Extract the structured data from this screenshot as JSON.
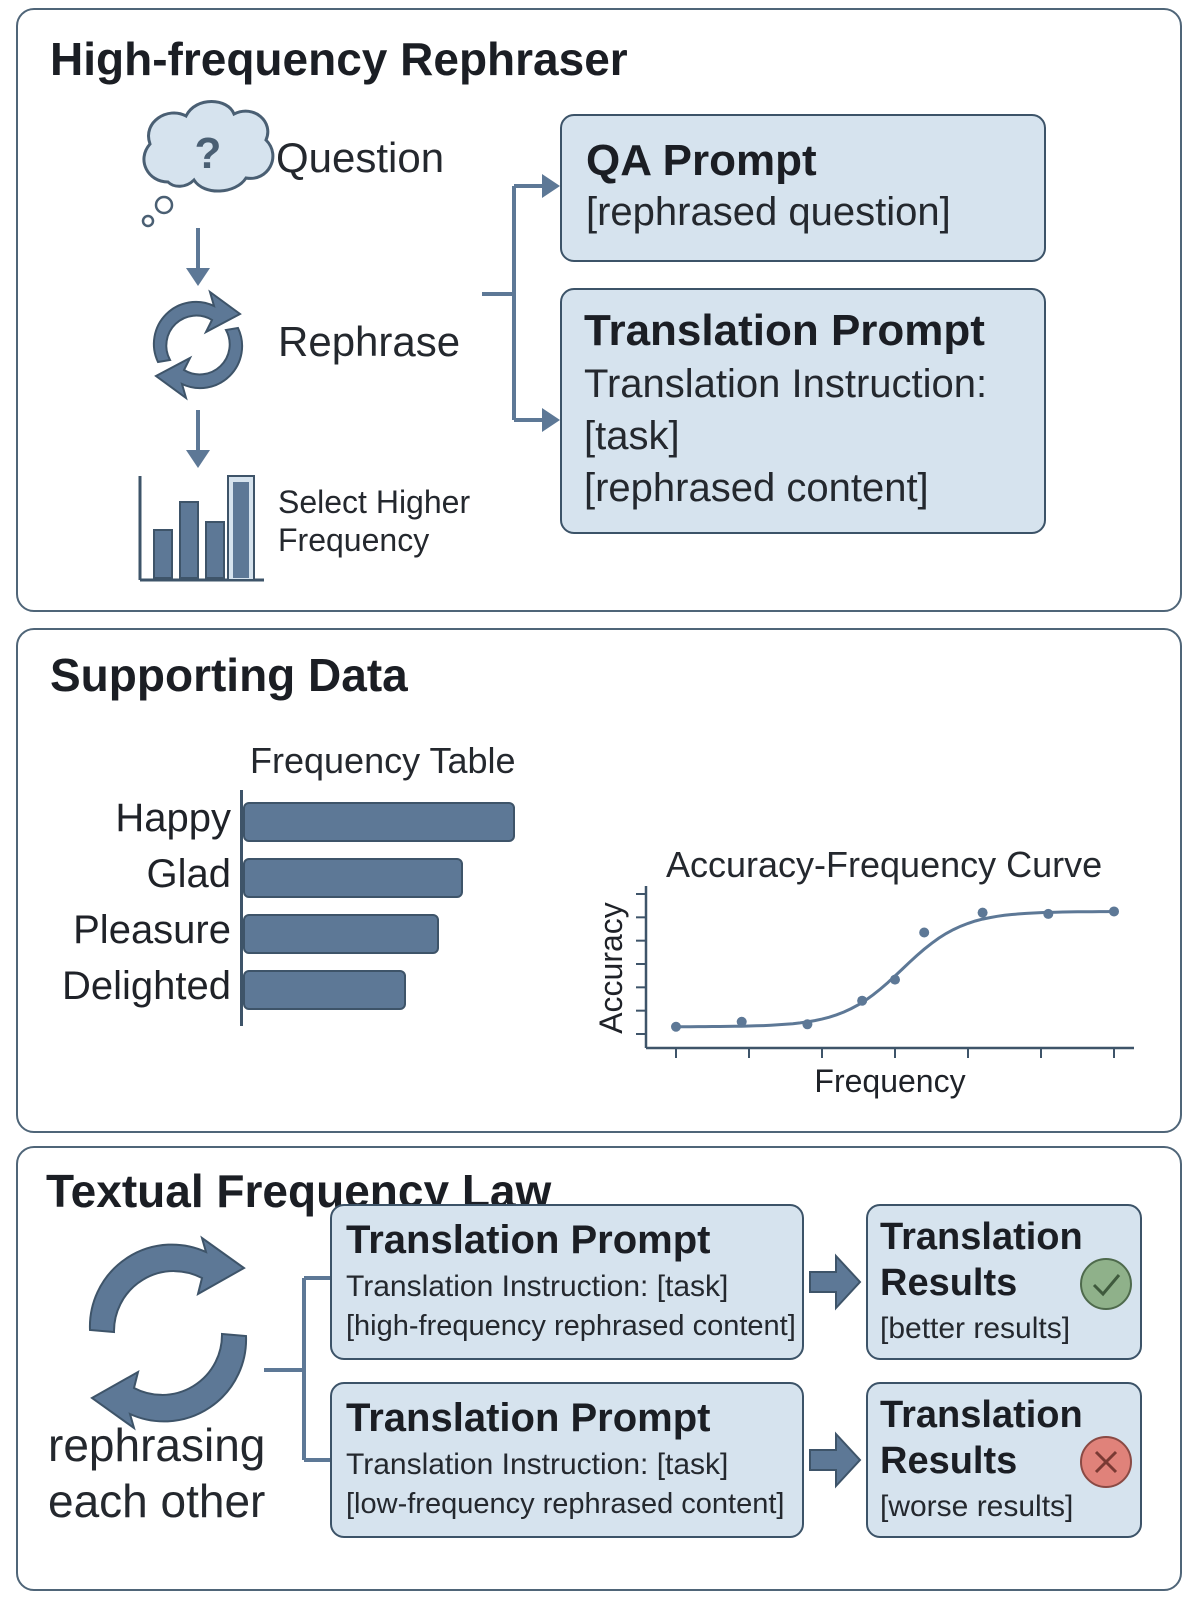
{
  "rephraser": {
    "title": "High-frequency Rephraser",
    "question_label": "Question",
    "rephrase_label": "Rephrase",
    "select_label_line1": "Select Higher",
    "select_label_line2": "Frequency",
    "qa_box": {
      "title": "QA Prompt",
      "line1": "[rephrased question]"
    },
    "translation_box": {
      "title": "Translation Prompt",
      "line1": "Translation Instruction:",
      "line2": "[task]",
      "line3": "[rephrased content]"
    },
    "icons": [
      "question-thought-bubble-icon",
      "cycle-arrows-icon",
      "bar-chart-icon",
      "down-arrow-icon"
    ]
  },
  "supporting": {
    "title": "Supporting Data",
    "frequency_table_title": "Frequency Table",
    "curve_title": "Accuracy-Frequency Curve",
    "curve_xlabel": "Frequency",
    "curve_ylabel": "Accuracy"
  },
  "law": {
    "title": "Textual Frequency Law",
    "rephrasing_line1": "rephrasing",
    "rephrasing_line2": "each other",
    "prompt_high": {
      "title": "Translation Prompt",
      "line1": "Translation Instruction: [task]",
      "line2": "[high-frequency rephrased content]"
    },
    "prompt_low": {
      "title": "Translation Prompt",
      "line1": "Translation Instruction: [task]",
      "line2": "[low-frequency rephrased content]"
    },
    "result_better": {
      "title_line1": "Translation",
      "title_line2": "Results",
      "line1": "[better results]",
      "status": "check",
      "status_color": "#8fb18a"
    },
    "result_worse": {
      "title_line1": "Translation",
      "title_line2": "Results",
      "line1": "[worse results]",
      "status": "cross",
      "status_color": "#e0827a"
    }
  },
  "colors": {
    "box_fill": "#d6e3ee",
    "accent": "#5d7896",
    "border": "#3c5368"
  },
  "chart_data": [
    {
      "type": "bar",
      "orientation": "horizontal",
      "title": "Frequency Table",
      "categories": [
        "Happy",
        "Glad",
        "Pleasure",
        "Delighted"
      ],
      "values": [
        100,
        81,
        72,
        60
      ],
      "xlabel": "",
      "ylabel": "",
      "xlim": [
        0,
        100
      ],
      "grid": false
    },
    {
      "type": "scatter",
      "title": "Accuracy-Frequency Curve",
      "xlabel": "Frequency",
      "ylabel": "Accuracy",
      "xlim": [
        0,
        6
      ],
      "ylim": [
        0,
        1
      ],
      "x_ticks": 7,
      "y_ticks": 7,
      "points": [
        {
          "x": 0,
          "y": 0.01
        },
        {
          "x": 0.9,
          "y": 0.05
        },
        {
          "x": 1.8,
          "y": 0.03
        },
        {
          "x": 2.55,
          "y": 0.22
        },
        {
          "x": 3.0,
          "y": 0.39
        },
        {
          "x": 3.4,
          "y": 0.77
        },
        {
          "x": 4.2,
          "y": 0.93
        },
        {
          "x": 5.1,
          "y": 0.92
        },
        {
          "x": 6.0,
          "y": 0.94
        }
      ],
      "fit_curve": "sigmoid",
      "grid": false,
      "legend": "none"
    }
  ]
}
